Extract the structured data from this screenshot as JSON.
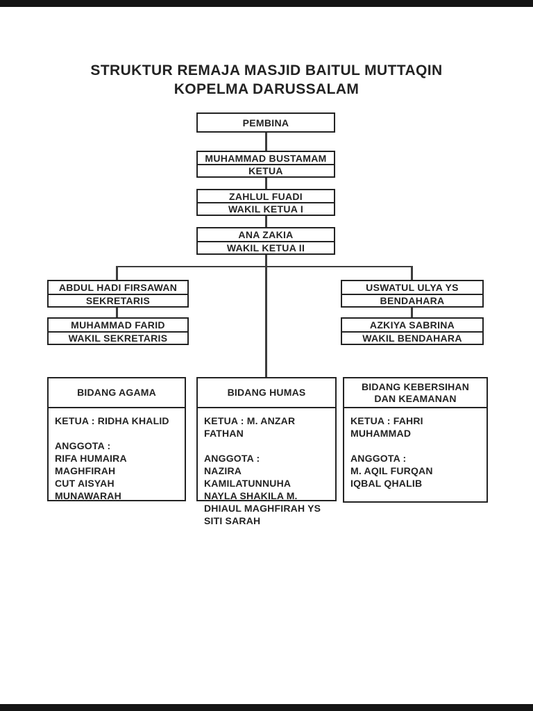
{
  "title": {
    "line1": "STRUKTUR REMAJA MASJID BAITUL MUTTAQIN",
    "line2": "KOPELMA DARUSSALAM"
  },
  "org": {
    "pembina": {
      "label": "PEMBINA"
    },
    "chain": [
      {
        "name": "MUHAMMAD BUSTAMAM",
        "role": "KETUA"
      },
      {
        "name": "ZAHLUL FUADI",
        "role": "WAKIL KETUA I"
      },
      {
        "name": "ANA ZAKIA",
        "role": "WAKIL KETUA II"
      }
    ],
    "secretary": [
      {
        "name": "ABDUL HADI FIRSAWAN",
        "role": "SEKRETARIS"
      },
      {
        "name": "MUHAMMAD FARID",
        "role": "WAKIL SEKRETARIS"
      }
    ],
    "treasurer": [
      {
        "name": "USWATUL ULYA YS",
        "role": "BENDAHARA"
      },
      {
        "name": "AZKIYA SABRINA",
        "role": "WAKIL BENDAHARA"
      }
    ],
    "divisions": [
      {
        "title1": "BIDANG AGAMA",
        "ketua": "KETUA : RIDHA KHALID",
        "anggota_label": "ANGGOTA :",
        "members": [
          "RIFA HUMAIRA",
          "MAGHFIRAH",
          "CUT AISYAH MUNAWARAH"
        ]
      },
      {
        "title1": "BIDANG HUMAS",
        "ketua": "KETUA : M. ANZAR FATHAN",
        "anggota_label": "ANGGOTA :",
        "members": [
          "NAZIRA KAMILATUNNUHA",
          "NAYLA SHAKILA M.",
          "DHIAUL MAGHFIRAH YS",
          "SITI SARAH"
        ]
      },
      {
        "title1": "BIDANG KEBERSIHAN",
        "title2": "DAN KEAMANAN",
        "ketua": "KETUA : FAHRI MUHAMMAD",
        "anggota_label": "ANGGOTA :",
        "members": [
          "M. AQIL FURQAN",
          "IQBAL QHALIB"
        ]
      }
    ]
  },
  "colors": {
    "ink": "#232323",
    "connector": "#3c3c3c",
    "page_background": "#ffffff",
    "viewer_bar": "#151515"
  }
}
